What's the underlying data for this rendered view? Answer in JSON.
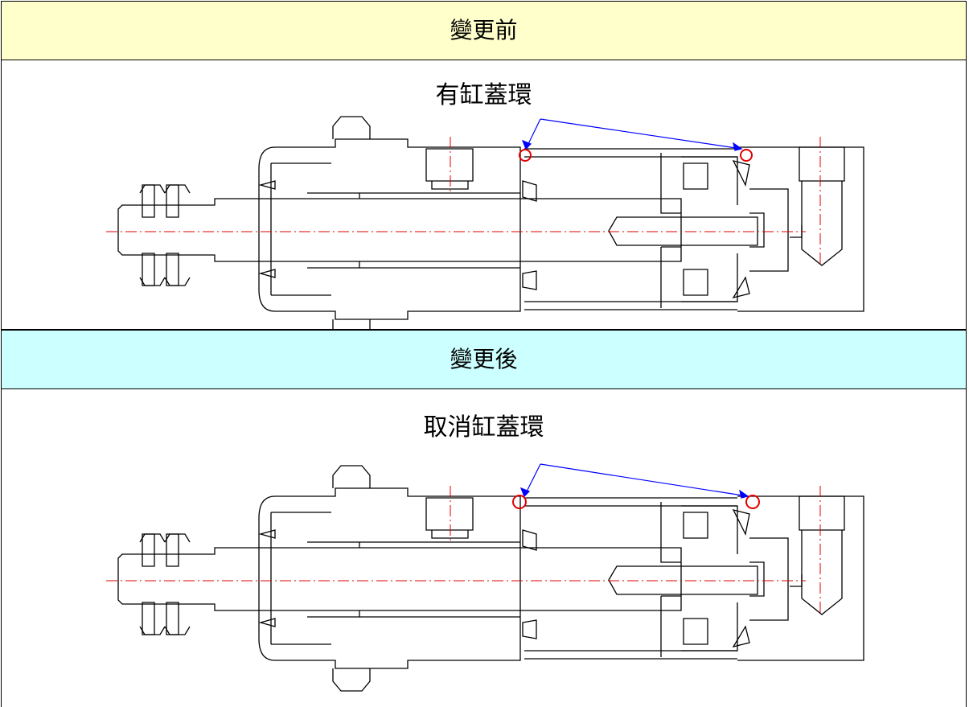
{
  "sections": [
    {
      "header": "變更前",
      "header_color": "#ffffcc",
      "caption": "有缸蓋環"
    },
    {
      "header": "變更後",
      "header_color": "#ccffff",
      "caption": "取消缸蓋環"
    }
  ],
  "colors": {
    "line": "#000000",
    "centerline": "#e00000",
    "arrow": "#0000ff",
    "marker": "#e00000"
  }
}
